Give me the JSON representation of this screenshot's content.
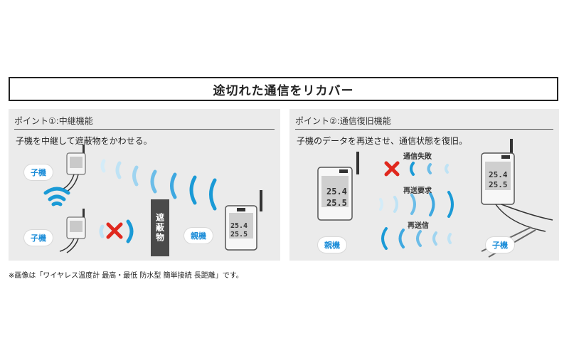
{
  "title": "途切れた通信をリカバー",
  "left_panel": {
    "heading": "ポイント①:中継機能",
    "description": "子機を中継して遮蔽物をかわせる。",
    "child_label_top": "子機",
    "child_label_bottom": "子機",
    "parent_label": "親機",
    "obstacle_label": "遮蔽物"
  },
  "right_panel": {
    "heading": "ポイント②:通信復旧機能",
    "description": "子機のデータを再送させ、通信状態を復旧。",
    "label_fail": "通信失敗",
    "label_request": "再送要求",
    "label_resend": "再送信",
    "parent_label": "親機",
    "child_label": "子機"
  },
  "device_display": {
    "top": "25.4",
    "bottom": "25.5"
  },
  "footnote": "※画像は「ワイヤレス温度計 最高・最低 防水型 簡単接続 長距離」です。",
  "colors": {
    "signal": "#1a9ad6",
    "signal_light": "#bfe3f5",
    "cross": "#e0281e",
    "wall": "#4a4a4a"
  }
}
